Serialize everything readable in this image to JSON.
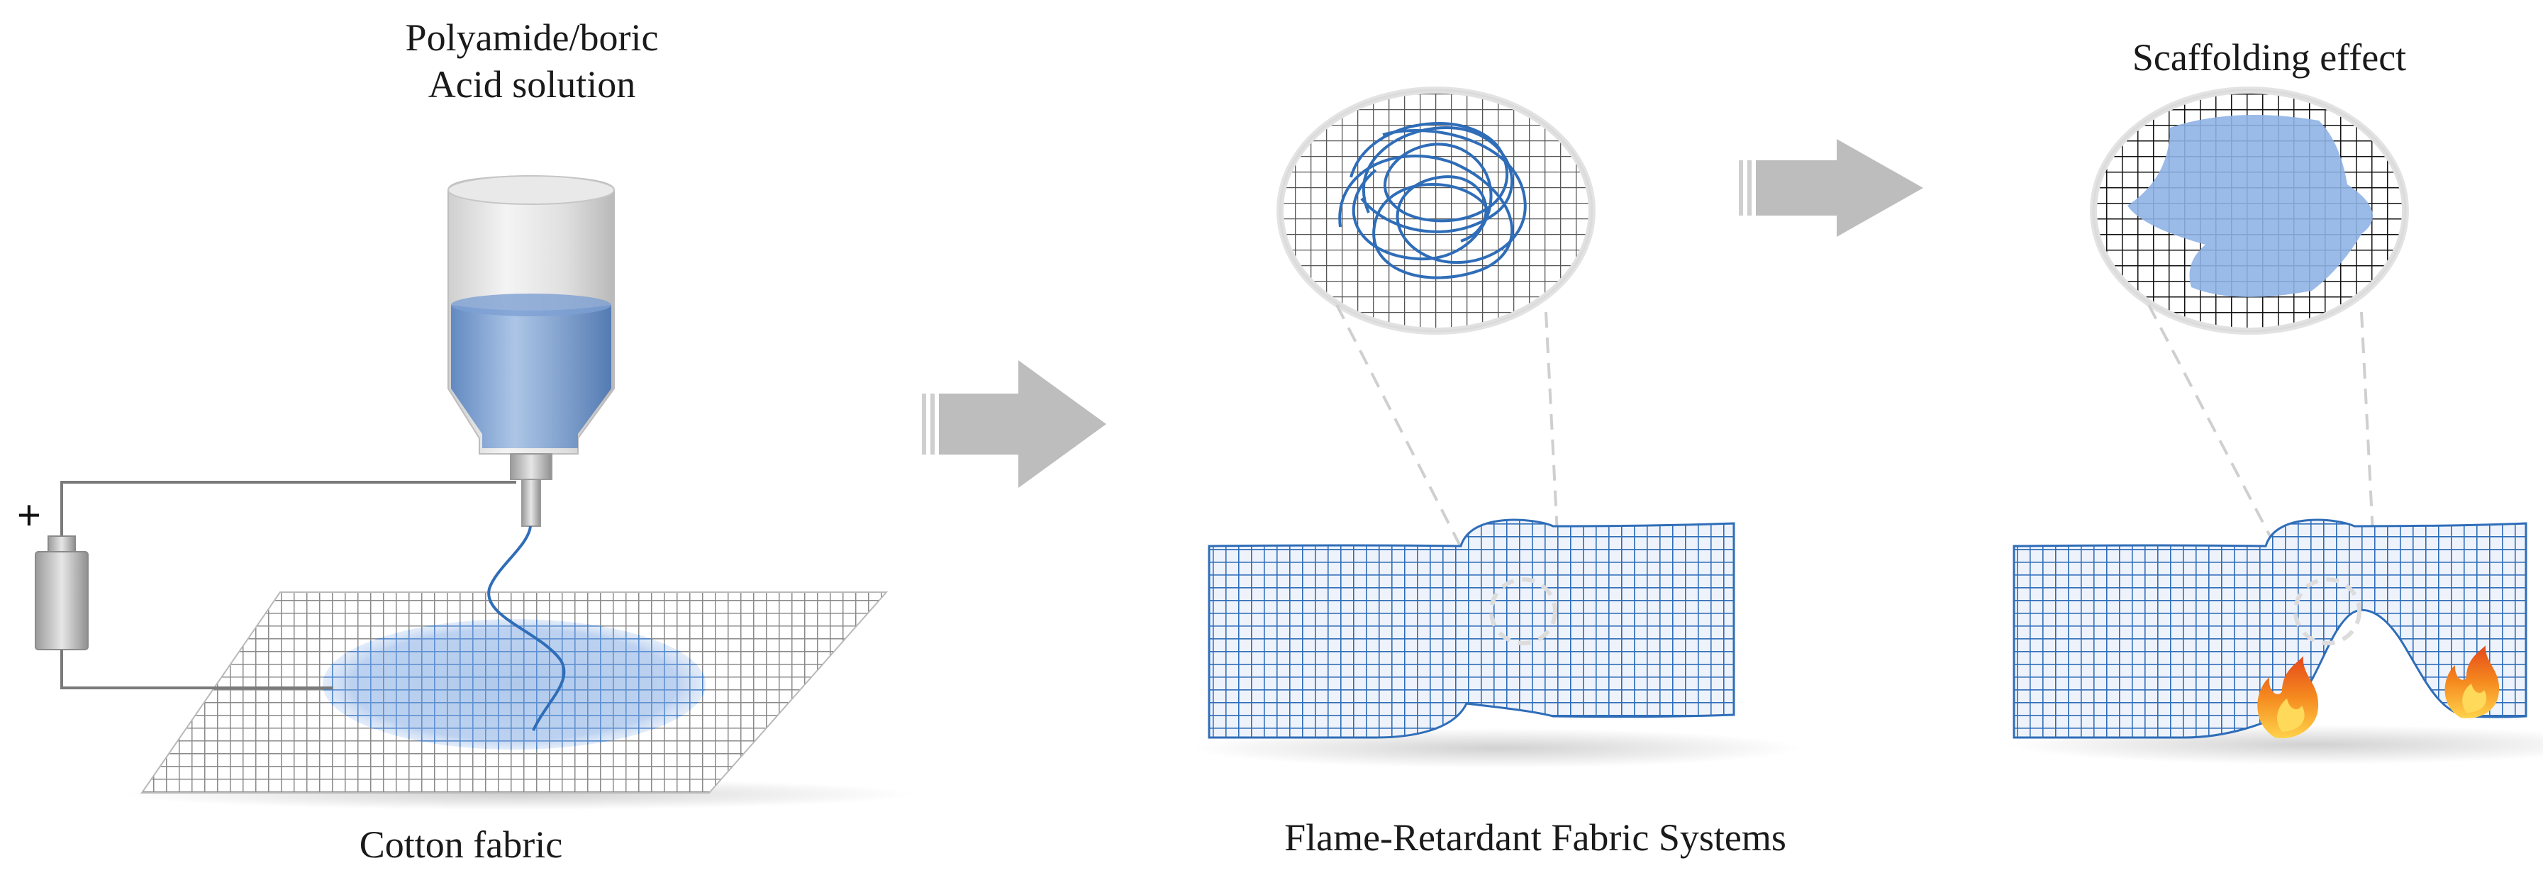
{
  "labels": {
    "solution_line1": "Polyamide/boric",
    "solution_line2": "Acid solution",
    "substrate": "Cotton fabric",
    "system": "Flame-Retardant Fabric Systems",
    "effect": "Scaffolding effect",
    "polarity": "+"
  },
  "colors": {
    "fiber_blue": "#2f6db8",
    "solution_blue": "#6f9ad0",
    "film_blue": "#8fb3e6",
    "arrow_gray": "#bdbdbd",
    "grid_gray": "#888888",
    "flame_orange": "#f07a1a"
  },
  "icons": [
    "syringe-icon",
    "battery-icon",
    "arrow-icon",
    "flame-icon"
  ]
}
